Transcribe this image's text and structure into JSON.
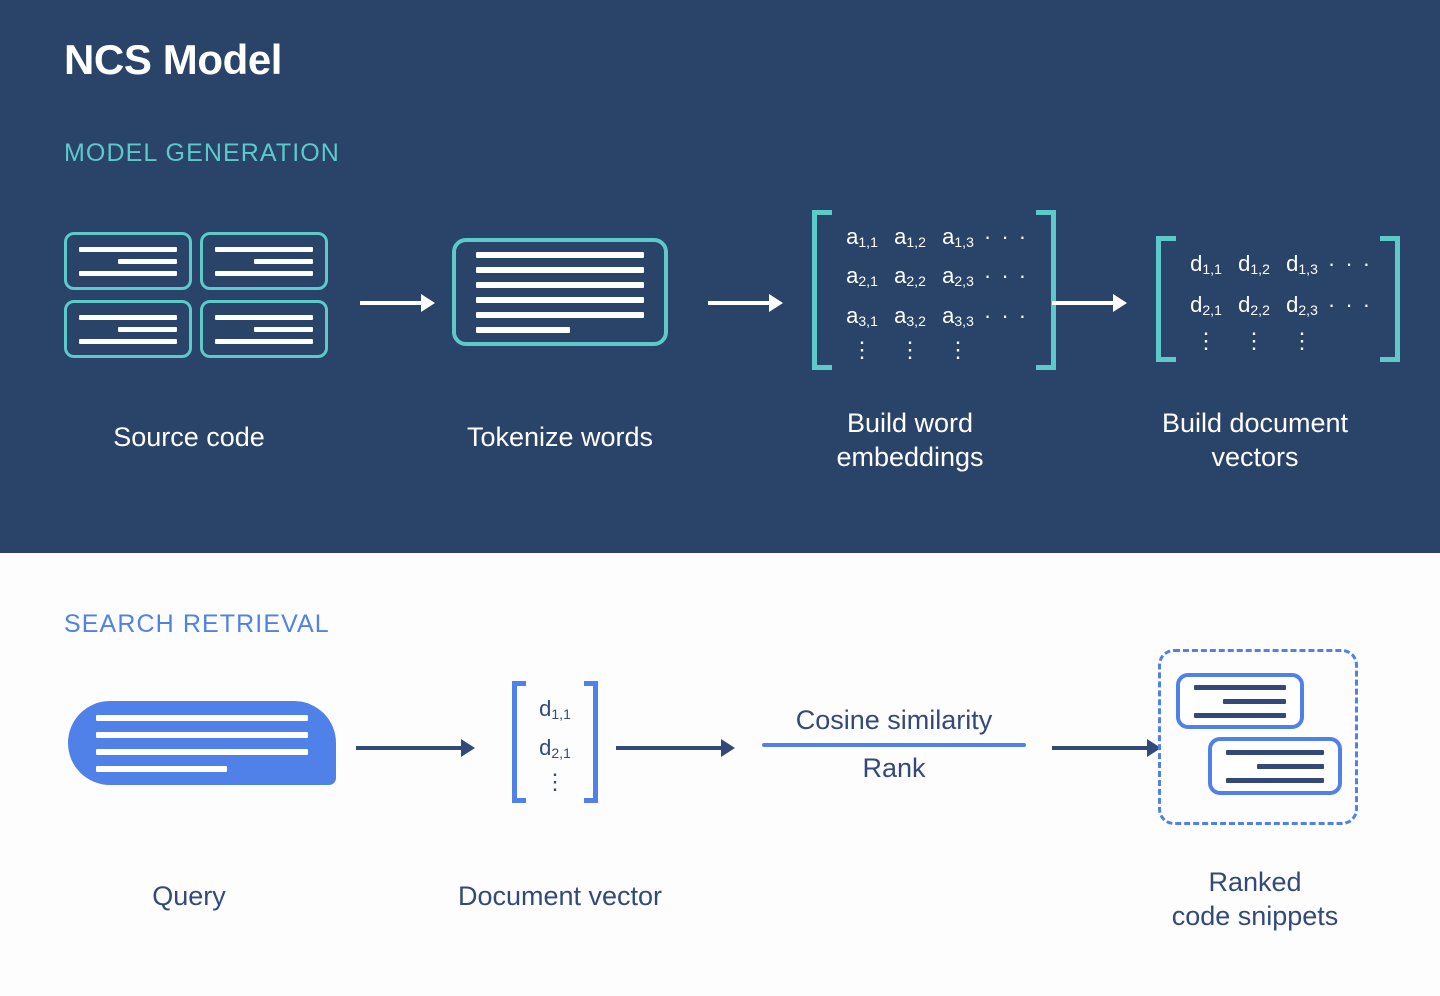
{
  "title": "NCS Model",
  "sections": {
    "top": {
      "eyebrow": "MODEL GENERATION",
      "bg_color": "#2a4369",
      "accent_color": "#5cc9ca",
      "stages": [
        {
          "label": "Source code",
          "icon": "source-code-cards-icon"
        },
        {
          "label": "Tokenize words",
          "icon": "tokenized-document-icon"
        },
        {
          "label_line1": "Build word",
          "label_line2": "embeddings",
          "icon": "word-embedding-matrix-icon"
        },
        {
          "label_line1": "Build document",
          "label_line2": "vectors",
          "icon": "document-vector-matrix-icon"
        }
      ]
    },
    "bottom": {
      "eyebrow": "SEARCH RETRIEVAL",
      "bg_color": "#fdfdfd",
      "accent_color": "#5081e8",
      "stages": [
        {
          "label": "Query",
          "icon": "query-bubble-icon"
        },
        {
          "label": "Document vector",
          "icon": "document-vector-column-icon"
        },
        {
          "numerator": "Cosine similarity",
          "denominator": "Rank",
          "icon": "cosine-rank-fraction-icon"
        },
        {
          "label_line1": "Ranked",
          "label_line2": "code snippets",
          "icon": "ranked-snippets-icon"
        }
      ]
    }
  },
  "word_embedding_matrix": {
    "rows": [
      [
        "a",
        "1,1",
        "a",
        "1,2",
        "a",
        "1,3",
        "· · ·"
      ],
      [
        "a",
        "2,1",
        "a",
        "2,2",
        "a",
        "2,3",
        "· · ·"
      ],
      [
        "a",
        "3,1",
        "a",
        "3,2",
        "a",
        "3,3",
        "· · ·"
      ]
    ],
    "cells": [
      {
        "base": "a",
        "sub": "1,1"
      },
      {
        "base": "a",
        "sub": "1,2"
      },
      {
        "base": "a",
        "sub": "1,3"
      },
      {
        "base": "· · ·",
        "sub": ""
      },
      {
        "base": "a",
        "sub": "2,1"
      },
      {
        "base": "a",
        "sub": "2,2"
      },
      {
        "base": "a",
        "sub": "2,3"
      },
      {
        "base": "· · ·",
        "sub": ""
      },
      {
        "base": "a",
        "sub": "3,1"
      },
      {
        "base": "a",
        "sub": "3,2"
      },
      {
        "base": "a",
        "sub": "3,3"
      },
      {
        "base": "· · ·",
        "sub": ""
      }
    ],
    "vertical_dots": "⋮",
    "dots_columns": 3
  },
  "document_vector_matrix": {
    "cells": [
      {
        "base": "d",
        "sub": "1,1"
      },
      {
        "base": "d",
        "sub": "1,2"
      },
      {
        "base": "d",
        "sub": "1,3"
      },
      {
        "base": "· · ·",
        "sub": ""
      },
      {
        "base": "d",
        "sub": "2,1"
      },
      {
        "base": "d",
        "sub": "2,2"
      },
      {
        "base": "d",
        "sub": "2,3"
      },
      {
        "base": "· · ·",
        "sub": ""
      }
    ],
    "vertical_dots": "⋮",
    "dots_columns": 3
  },
  "document_vector_column": {
    "cells": [
      {
        "base": "d",
        "sub": "1,1"
      },
      {
        "base": "d",
        "sub": "2,1"
      }
    ],
    "vertical_dots": "⋮"
  },
  "fraction": {
    "numerator": "Cosine similarity",
    "denominator": "Rank",
    "bar_color": "#5081e8"
  },
  "arrows": {
    "top_color": "#ffffff",
    "bottom_color": "#32497a",
    "count_top": 3,
    "count_bottom": 3
  },
  "colors": {
    "navy_bg": "#2a4369",
    "teal": "#5cc9ca",
    "blue": "#5081e8",
    "dark_text": "#32497a",
    "white": "#ffffff"
  }
}
